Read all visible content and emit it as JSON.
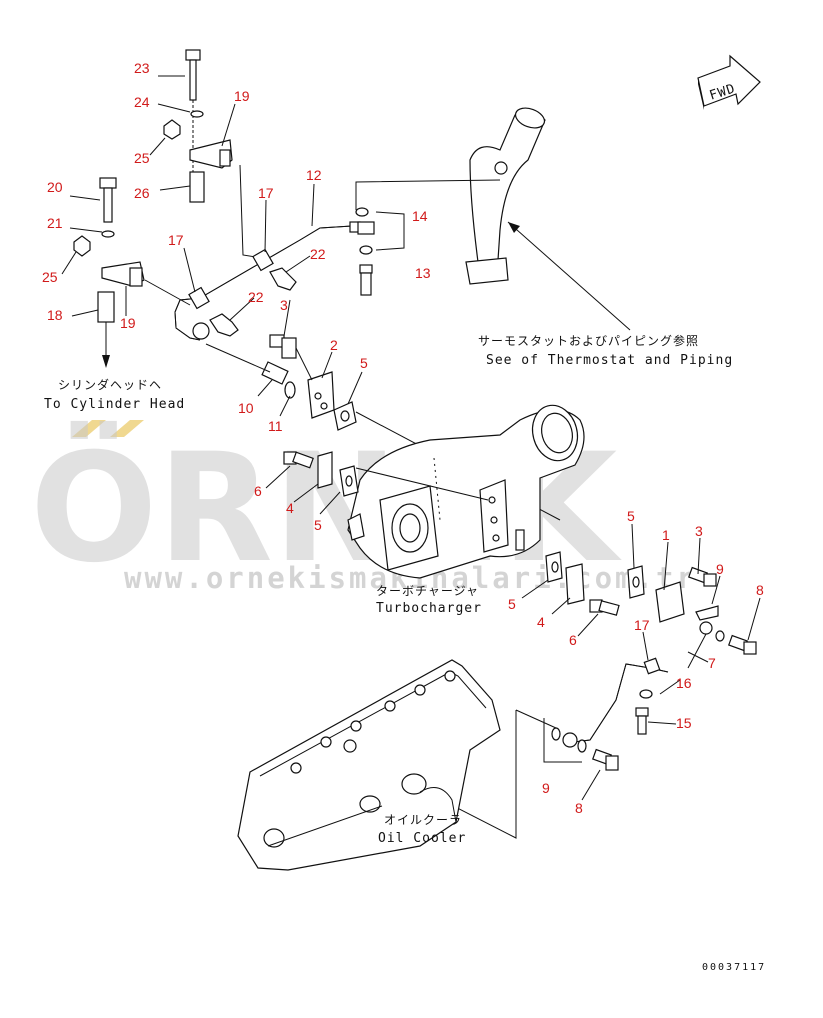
{
  "labels": {
    "to_head_jp": "シリンダヘッドヘ",
    "to_head_en": "To Cylinder Head",
    "thermo_jp": "サーモスタットおよびパイピング参照",
    "thermo_en": "See of Thermostat and Piping",
    "turbo_jp": "ターボチャージャ",
    "turbo_en": "Turbocharger",
    "oil_jp": "オイルクーラ",
    "oil_en": "Oil Cooler",
    "fwd": "FWD",
    "code": "00037117"
  },
  "watermark": {
    "logo": "ÖRNEK",
    "url": "www.ornekismakinalari.com.tr",
    "accent": "#f0d890"
  },
  "callouts": [
    "23",
    "24",
    "19",
    "25",
    "26",
    "20",
    "21",
    "25",
    "18",
    "19",
    "17",
    "12",
    "14",
    "13",
    "22",
    "17",
    "22",
    "3",
    "2",
    "5",
    "10",
    "11",
    "6",
    "4",
    "5",
    "5",
    "1",
    "3",
    "9",
    "8",
    "5",
    "4",
    "6",
    "17",
    "7",
    "16",
    "15",
    "9",
    "8"
  ]
}
